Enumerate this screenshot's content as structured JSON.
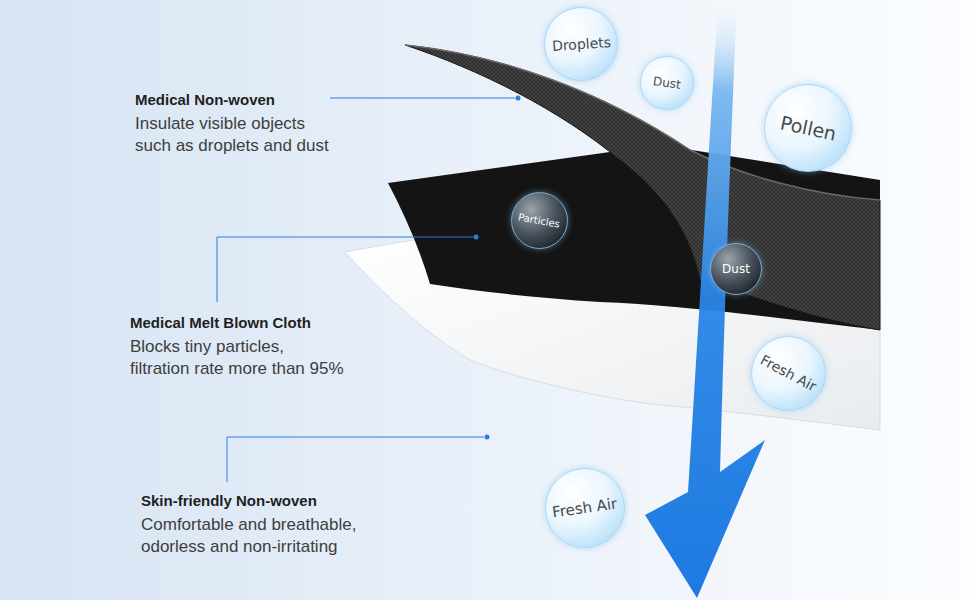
{
  "diagram": {
    "nodes": [
      {
        "text": [
          "Droplets"
        ]
      },
      {
        "text": [
          "Dust"
        ]
      },
      {
        "text": [
          "Pollen"
        ]
      },
      {
        "text": [
          "Particles"
        ]
      },
      {
        "text": [
          "Dust"
        ]
      },
      {
        "text": [
          "Fresh Air"
        ]
      },
      {
        "text": [
          "Fresh Air"
        ]
      }
    ],
    "labels": [
      "Medical Non-woven",
      "Insulate visible objects such as droplets and dust",
      "Medical Melt Blown Cloth",
      "Blocks tiny particles, filtration rate more than 95%",
      "Skin-friendly Non-woven",
      "Comfortable and breathable, odorless and non-irritating"
    ]
  }
}
